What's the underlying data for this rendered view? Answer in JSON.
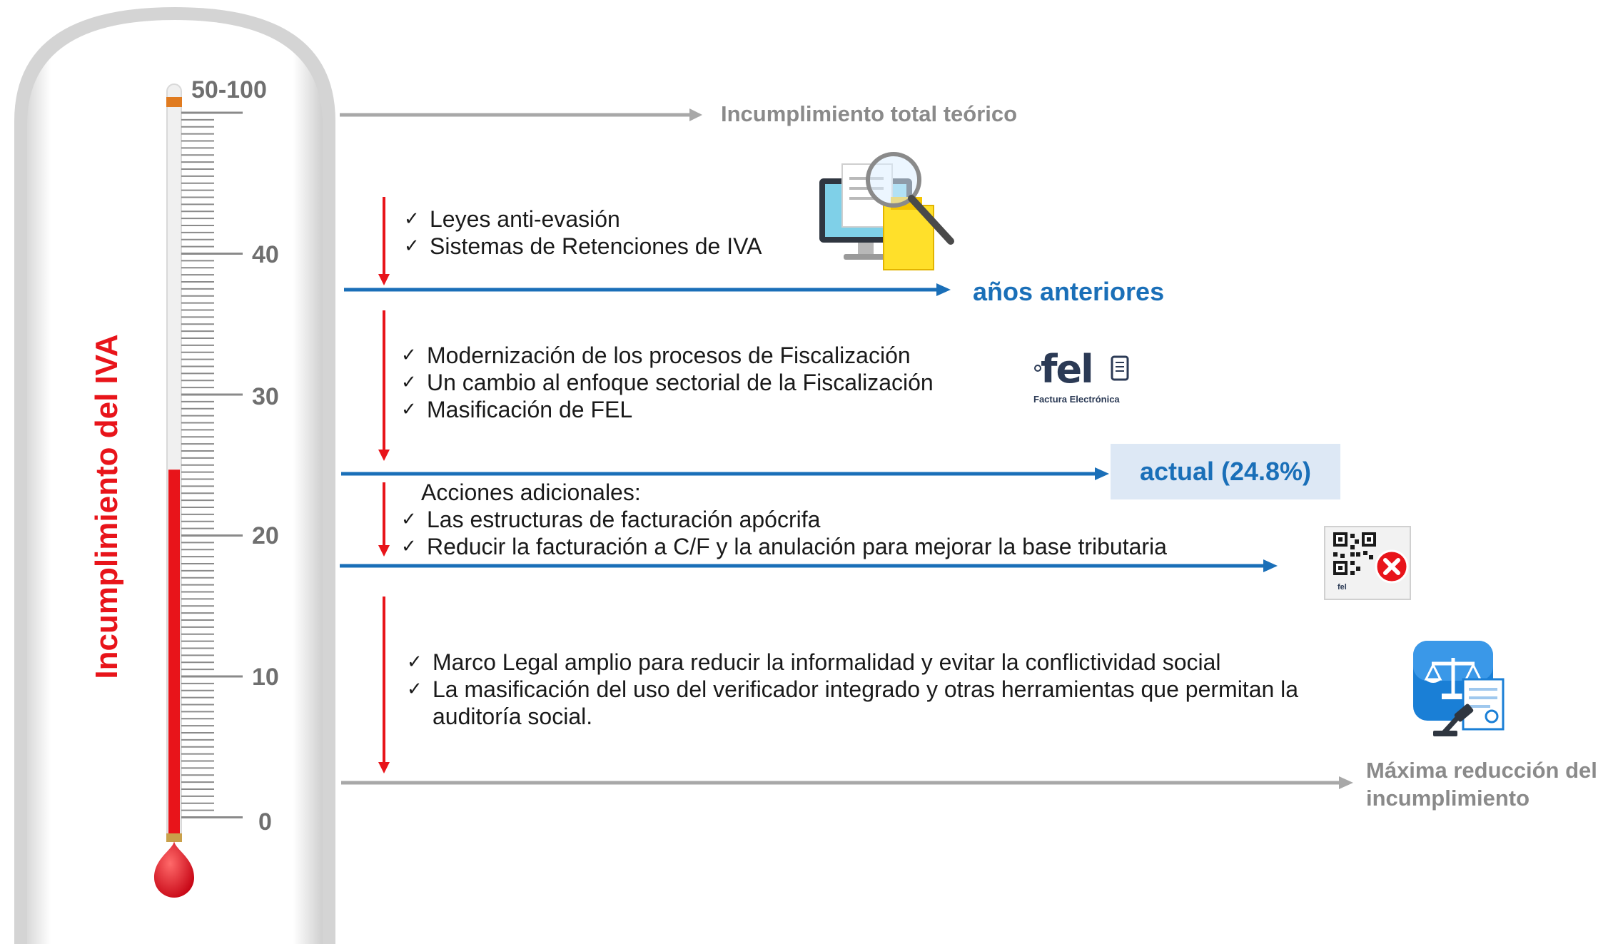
{
  "thermometer": {
    "title": "Incumplimiento del IVA",
    "scale_labels": [
      "50-100",
      "40",
      "30",
      "20",
      "10",
      "0"
    ],
    "current_value": 24.8,
    "colors": {
      "mercury": "#e8141a",
      "tube": "#f4f4f4"
    }
  },
  "levels": {
    "top": "Incumplimiento total teórico",
    "previous": "años anteriores",
    "current": "actual (24.8%)",
    "max": "Máxima reducción del incumplimiento"
  },
  "groups": {
    "g1": [
      "Leyes anti-evasión",
      "Sistemas de Retenciones de IVA"
    ],
    "g2": [
      "Modernización de los procesos de Fiscalización",
      "Un cambio al enfoque sectorial de la Fiscalización",
      "Masificación de FEL"
    ],
    "g3_heading": "Acciones adicionales:",
    "g3": [
      "Las estructuras de facturación apócrifa",
      "Reducir la facturación a C/F y la anulación para mejorar la base tributaria"
    ],
    "g4": [
      "Marco Legal amplio para reducir la informalidad y evitar la conflictividad social",
      "La masificación del uso del verificador integrado y otras herramientas que permitan la",
      "auditoría social."
    ]
  },
  "logos": {
    "fel_text": "fel",
    "fel_subtitle": "Factura Electrónica"
  },
  "icons": [
    "computer-search-icon",
    "fel-logo-icon",
    "qr-cancel-icon",
    "justice-document-icon"
  ],
  "colors": {
    "red_arrow": "#e8141a",
    "blue_arrow": "#1a6fb8",
    "gray_arrow": "#a8a8a8"
  }
}
